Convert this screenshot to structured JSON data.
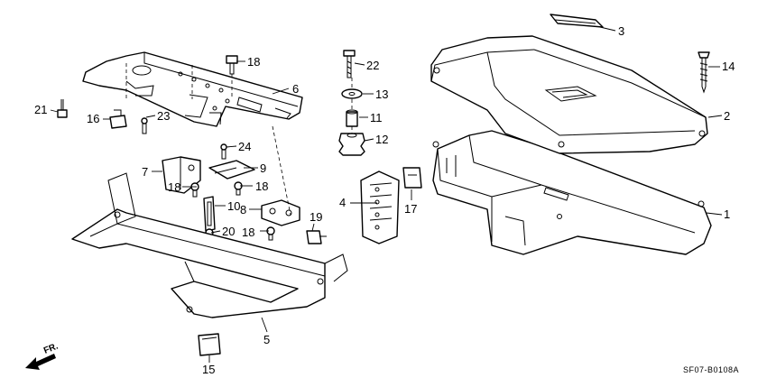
{
  "diagram": {
    "callouts": {
      "c1": "1",
      "c2": "2",
      "c3": "3",
      "c4": "4",
      "c5": "5",
      "c6": "6",
      "c7": "7",
      "c8": "8",
      "c9": "9",
      "c10": "10",
      "c11": "11",
      "c12": "12",
      "c13": "13",
      "c14": "14",
      "c15": "15",
      "c16": "16",
      "c17": "17",
      "c18a": "18",
      "c18b": "18",
      "c18c": "18",
      "c18d": "18",
      "c19": "19",
      "c20": "20",
      "c21": "21",
      "c22": "22",
      "c23": "23",
      "c24": "24"
    },
    "direction_label": "FR.",
    "drawing_code": "SF07-B0108A"
  }
}
